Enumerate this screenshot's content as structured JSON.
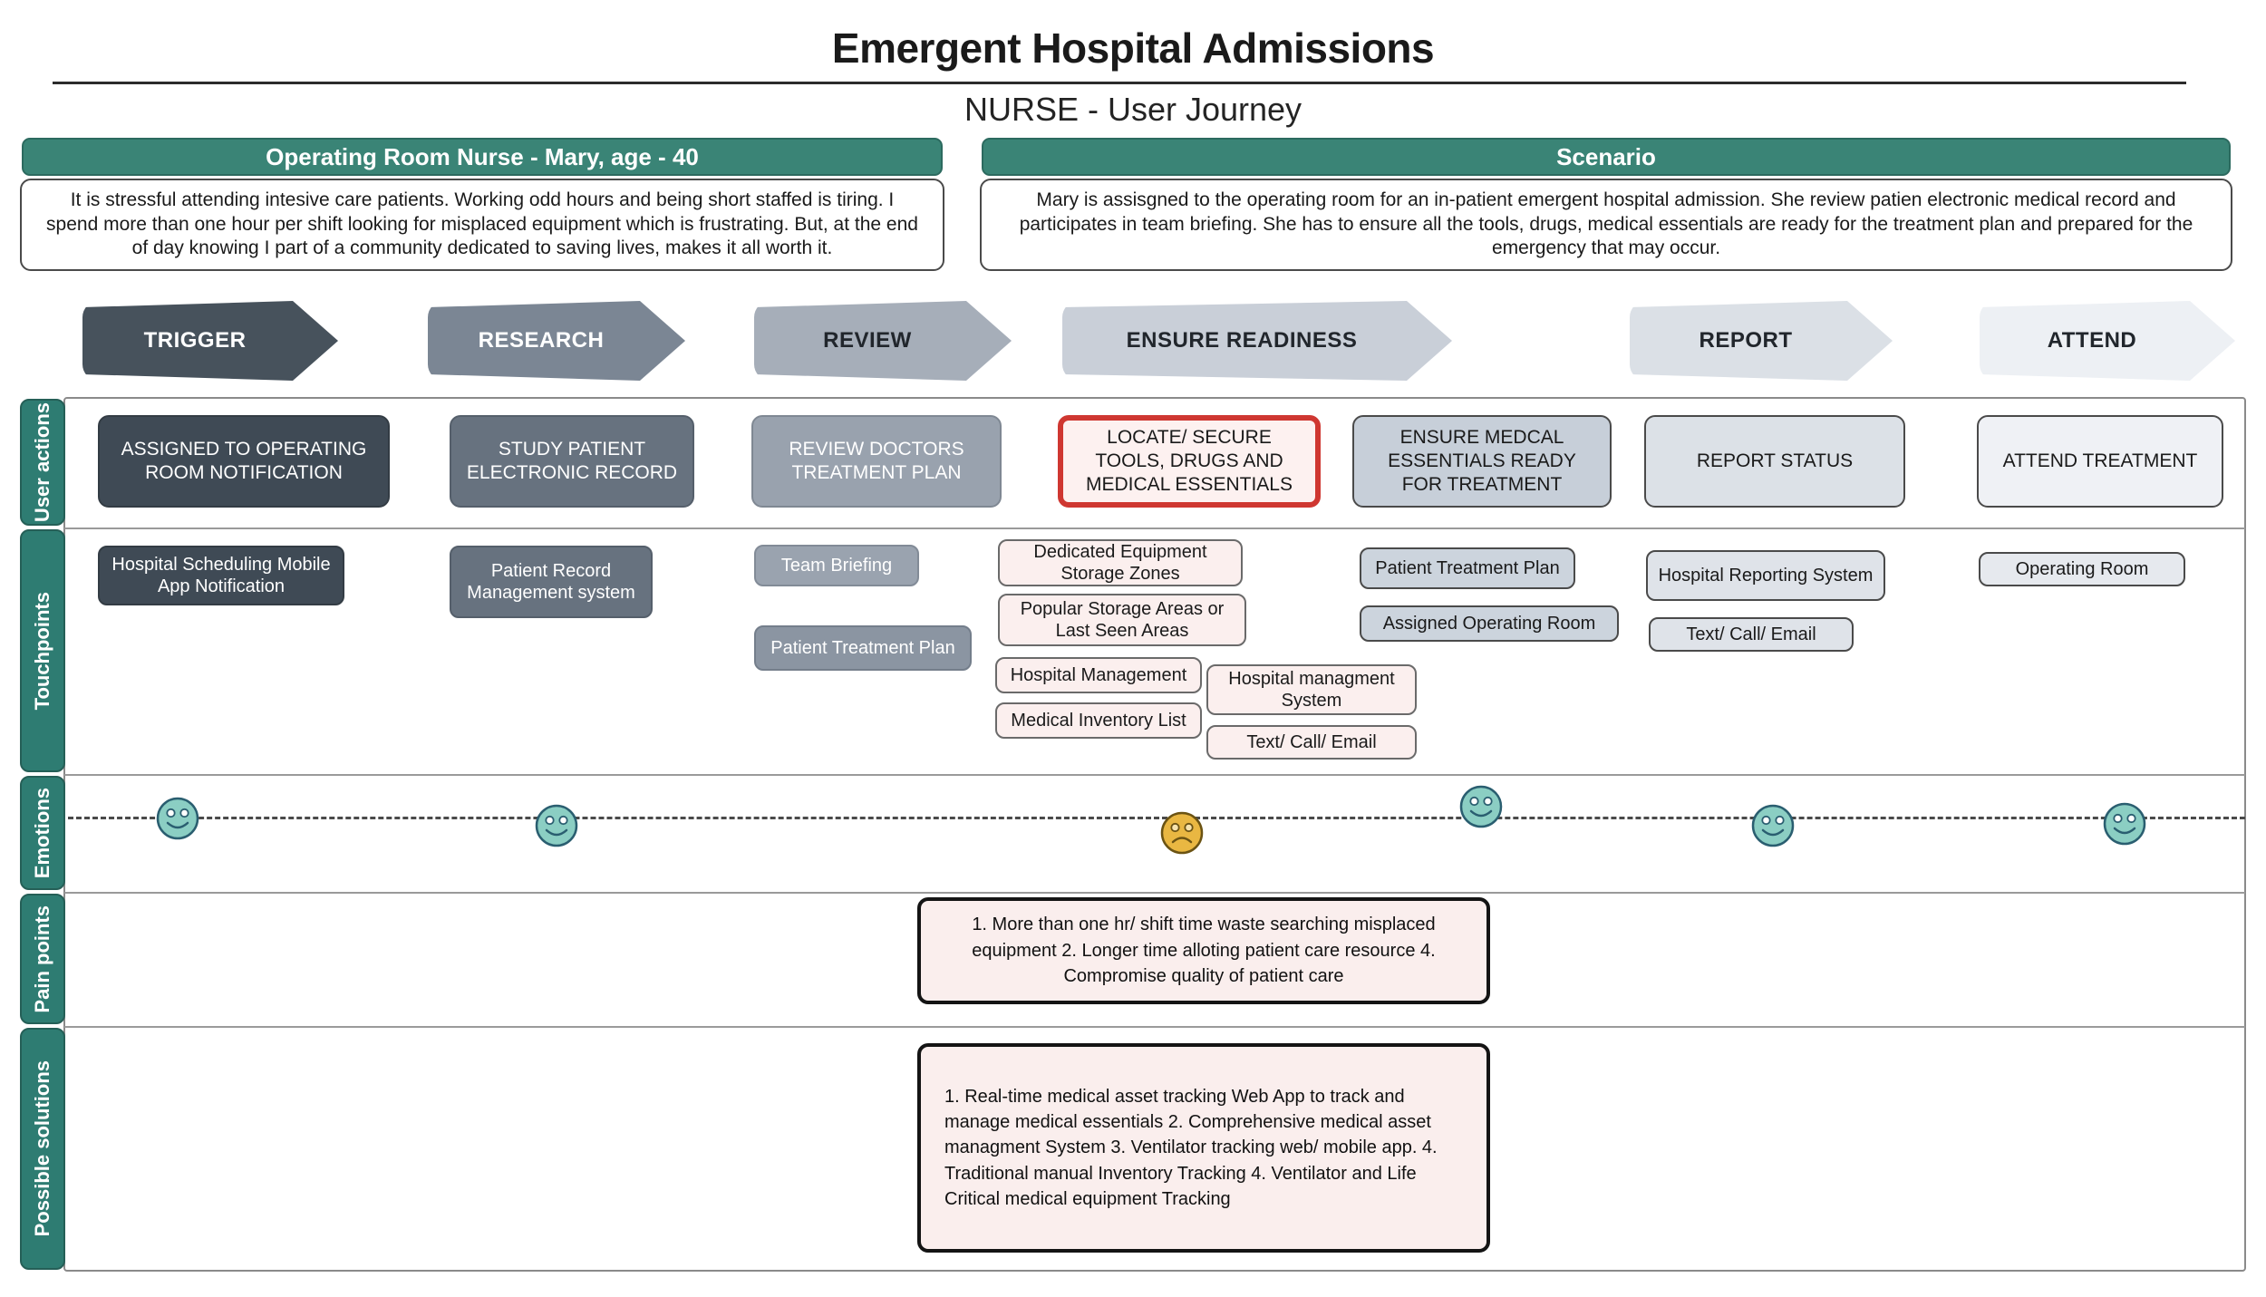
{
  "title": "Emergent Hospital Admissions",
  "subtitle": "NURSE - User Journey",
  "persona": {
    "header": "Operating Room Nurse - Mary, age - 40",
    "body": "It is stressful attending intesive care patients. Working odd hours and being short staffed is tiring. I spend more than one hour per shift looking for misplaced equipment which is frustrating. But, at the end of day knowing I part of a community dedicated to saving lives, makes it all worth it."
  },
  "scenario": {
    "header": "Scenario",
    "body": "Mary is assisgned to the operating room for an in-patient emergent hospital admission. She review patien electronic medical record and participates in team briefing. She has to ensure all the tools, drugs, medical essentials are ready for the treatment plan and prepared for the emergency that may occur."
  },
  "stages": [
    {
      "label": "TRIGGER",
      "color": "#47525c"
    },
    {
      "label": "RESEARCH",
      "color": "#7b8694"
    },
    {
      "label": "REVIEW",
      "color": "#a6aeb9"
    },
    {
      "label": "ENSURE READINESS",
      "color": "#c9cfd8"
    },
    {
      "label": "REPORT",
      "color": "#dbe0e6"
    },
    {
      "label": "ATTEND",
      "color": "#edf0f4"
    }
  ],
  "rows": {
    "labels": [
      "User actions",
      "Touchpoints",
      "Emotions",
      "Pain points",
      "Possible solutions"
    ]
  },
  "user_actions": [
    {
      "label": "ASSIGNED TO OPERATING ROOM NOTIFICATION",
      "stage": "TRIGGER"
    },
    {
      "label": "STUDY PATIENT ELECTRONIC RECORD",
      "stage": "RESEARCH"
    },
    {
      "label": "REVIEW DOCTORS TREATMENT PLAN",
      "stage": "REVIEW"
    },
    {
      "label": "LOCATE/ SECURE TOOLS, DRUGS AND MEDICAL ESSENTIALS",
      "stage": "ENSURE READINESS",
      "highlighted": true
    },
    {
      "label": "ENSURE MEDCAL ESSENTIALS READY FOR TREATMENT",
      "stage": "ENSURE READINESS"
    },
    {
      "label": "REPORT STATUS",
      "stage": "REPORT"
    },
    {
      "label": "ATTEND TREATMENT",
      "stage": "ATTEND"
    }
  ],
  "touchpoints": [
    {
      "label": "Hospital Scheduling Mobile App Notification",
      "stage": "TRIGGER"
    },
    {
      "label": "Patient Record Management system",
      "stage": "RESEARCH"
    },
    {
      "label": "Team Briefing",
      "stage": "REVIEW"
    },
    {
      "label": "Patient Treatment Plan",
      "stage": "REVIEW"
    },
    {
      "label": "Dedicated  Equipment Storage Zones",
      "stage": "ENSURE READINESS"
    },
    {
      "label": "Popular  Storage Areas or Last Seen  Areas",
      "stage": "ENSURE READINESS"
    },
    {
      "label": "Hospital Management",
      "stage": "ENSURE READINESS"
    },
    {
      "label": "Medical Inventory List",
      "stage": "ENSURE READINESS"
    },
    {
      "label": "Hospital managment System",
      "stage": "ENSURE READINESS"
    },
    {
      "label": "Text/ Call/ Email",
      "stage": "ENSURE READINESS"
    },
    {
      "label": "Patient Treatment Plan",
      "stage": "ENSURE READINESS"
    },
    {
      "label": "Assigned Operating Room",
      "stage": "ENSURE READINESS"
    },
    {
      "label": "Hospital Reporting System",
      "stage": "REPORT"
    },
    {
      "label": "Text/ Call/ Email",
      "stage": "REPORT"
    },
    {
      "label": "Operating Room",
      "stage": "ATTEND"
    }
  ],
  "emotions": {
    "faces": [
      {
        "stage": "TRIGGER",
        "mood": "happy",
        "color": "#8bcec3"
      },
      {
        "stage": "RESEARCH",
        "mood": "happy",
        "color": "#8bcec3"
      },
      {
        "stage": "ENSURE READINESS - locate",
        "mood": "sad",
        "color": "#e9b742"
      },
      {
        "stage": "ENSURE READINESS - ready",
        "mood": "happy",
        "color": "#8bcec3"
      },
      {
        "stage": "REPORT",
        "mood": "happy",
        "color": "#8bcec3"
      },
      {
        "stage": "ATTEND",
        "mood": "happy",
        "color": "#8bcec3"
      }
    ]
  },
  "pain_points": {
    "text": "1. More than one hr/ shift time waste searching misplaced equipment 2. Longer time alloting patient care resource  4. Compromise quality of patient care"
  },
  "possible_solutions": {
    "text": "1. Real-time medical asset tracking Web App to track and manage medical essentials 2. Comprehensive medical asset managment System 3. Ventilator tracking web/ mobile app. 4. Traditional manual Inventory Tracking 4. Ventilator and Life Critical  medical equipment  Tracking"
  },
  "colors": {
    "header_green": "#3a8476",
    "sidebar_teal": "#2e7c72",
    "highlight_red": "#cf3731",
    "pink_fill": "#fbefee",
    "dark_slate": "#3f4a55",
    "happy_face": "#8bcec3",
    "sad_face": "#e9b742"
  }
}
